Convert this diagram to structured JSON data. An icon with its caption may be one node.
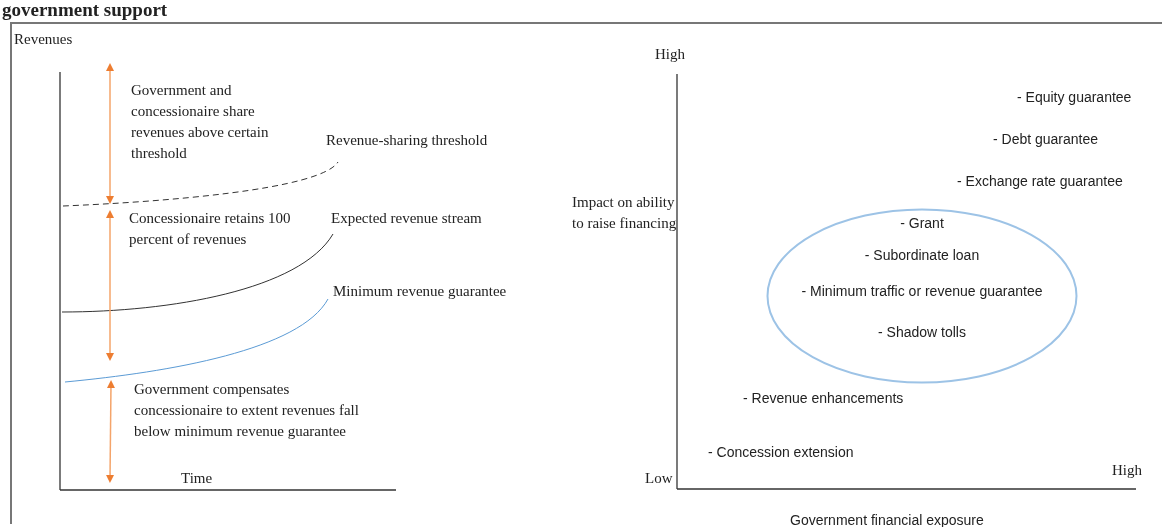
{
  "diagram": {
    "title": "government support",
    "nodes": [
      {
        "text": [
          "- Grant",
          "- Subordinate loan",
          "- Minimum traffic or revenue guarantee",
          "- Shadow tolls"
        ]
      }
    ],
    "labels": [
      "Revenues",
      "Government and concessionaire share revenues above certain threshold",
      "Revenue-sharing threshold",
      "Concessionaire retains 100 percent of revenues",
      "Expected revenue stream",
      "Minimum revenue guarantee",
      "Government compensates concessionaire to extent revenues fall below minimum revenue guarantee",
      "Time",
      "High",
      "- Equity guarantee",
      "- Debt guarantee",
      "- Exchange rate guarantee",
      "Impact on ability to raise financing",
      "- Revenue enhancements",
      "- Concession extension",
      "Low",
      "High",
      "Government financial exposure"
    ]
  }
}
